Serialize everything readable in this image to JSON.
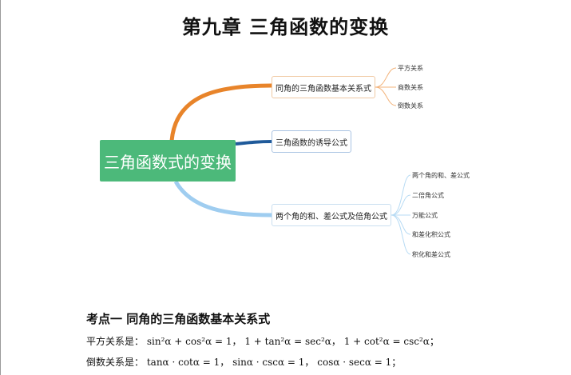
{
  "title": "第九章  三角函数的变换",
  "mindmap": {
    "root": "三角函数式的变换",
    "branches": [
      {
        "label": "同角的三角函数基本关系式",
        "children": [
          "平方关系",
          "商数关系",
          "倒数关系"
        ]
      },
      {
        "label": "三角函数的诱导公式",
        "children": []
      },
      {
        "label": "两个角的和、差公式及倍角公式",
        "children": [
          "两个角的和、差公式",
          "二倍角公式",
          "万能公式",
          "和差化积公式",
          "积化和差公式"
        ]
      }
    ],
    "colors": {
      "root": "#4cb97a",
      "branch1": "#e8842a",
      "branch2": "#1f5a9a",
      "branch3": "#9fcdf0"
    }
  },
  "section": {
    "heading": "考点一  同角的三角函数基本关系式",
    "lines": [
      {
        "label": "平方关系是：",
        "formulas": [
          "sin²α + cos²α = 1，",
          "1 + tan²α = sec²α，",
          "1 + cot²α = csc²α；"
        ]
      },
      {
        "label": "倒数关系是：",
        "formulas": [
          "tanα · cotα = 1，",
          "sinα · cscα = 1，",
          "cosα · secα = 1；"
        ]
      }
    ]
  }
}
